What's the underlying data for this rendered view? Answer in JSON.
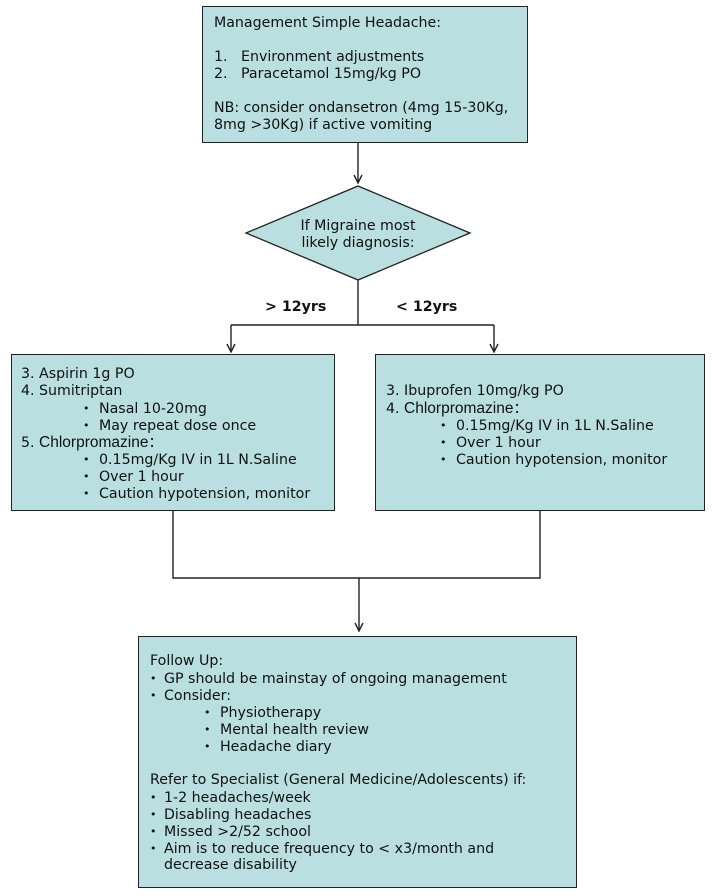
{
  "top_box": {
    "title": "Management Simple Headache:",
    "items": [
      {
        "num": "1.",
        "text": "Environment adjustments"
      },
      {
        "num": "2.",
        "text": "Paracetamol 15mg/kg PO"
      }
    ],
    "note_line1": "NB: consider ondansetron (4mg 15-30Kg,",
    "note_line2": "8mg >30Kg) if active vomiting"
  },
  "decision": {
    "line1": "If Migraine most",
    "line2": "likely diagnosis:"
  },
  "branches": {
    "left_label": "> 12yrs",
    "right_label": "< 12yrs"
  },
  "left_box": {
    "item3": "3. Aspirin 1g PO",
    "item4": "4. Sumitriptan",
    "item4_bullets": [
      "Nasal 10-20mg",
      "May repeat dose once"
    ],
    "item5_num": "5. ",
    "item5_head": "Chlorpromazine",
    "item5_colon": "：",
    "item5_bullets": [
      "0.15mg/Kg IV in 1L N.Saline",
      "Over 1 hour",
      "Caution hypotension, monitor"
    ]
  },
  "right_box": {
    "item3": "3. Ibuprofen 10mg/kg PO",
    "item4_num": "4. ",
    "item4_head": "Chlorpromazine",
    "item4_colon": "：",
    "item4_bullets": [
      "0.15mg/Kg IV in 1L N.Saline",
      "Over 1 hour",
      "Caution hypotension, monitor"
    ]
  },
  "bottom_box": {
    "follow_up_title": "Follow Up:",
    "follow_up_items": [
      "GP should be mainstay of ongoing management",
      "Consider:"
    ],
    "consider_items": [
      "Physiotherapy",
      "Mental health review",
      "Headache diary"
    ],
    "refer_title": "Refer to Specialist (General Medicine/Adolescents) if:",
    "refer_items": [
      "1-2 headaches/week",
      "Disabling headaches",
      "Missed >2/52 school"
    ],
    "aim_line1": "Aim is to reduce frequency to < x3/month and",
    "aim_line2": "decrease disability"
  },
  "bullet_char": "•",
  "colors": {
    "box_fill": "#b9dfe0",
    "stroke": "#222222"
  }
}
